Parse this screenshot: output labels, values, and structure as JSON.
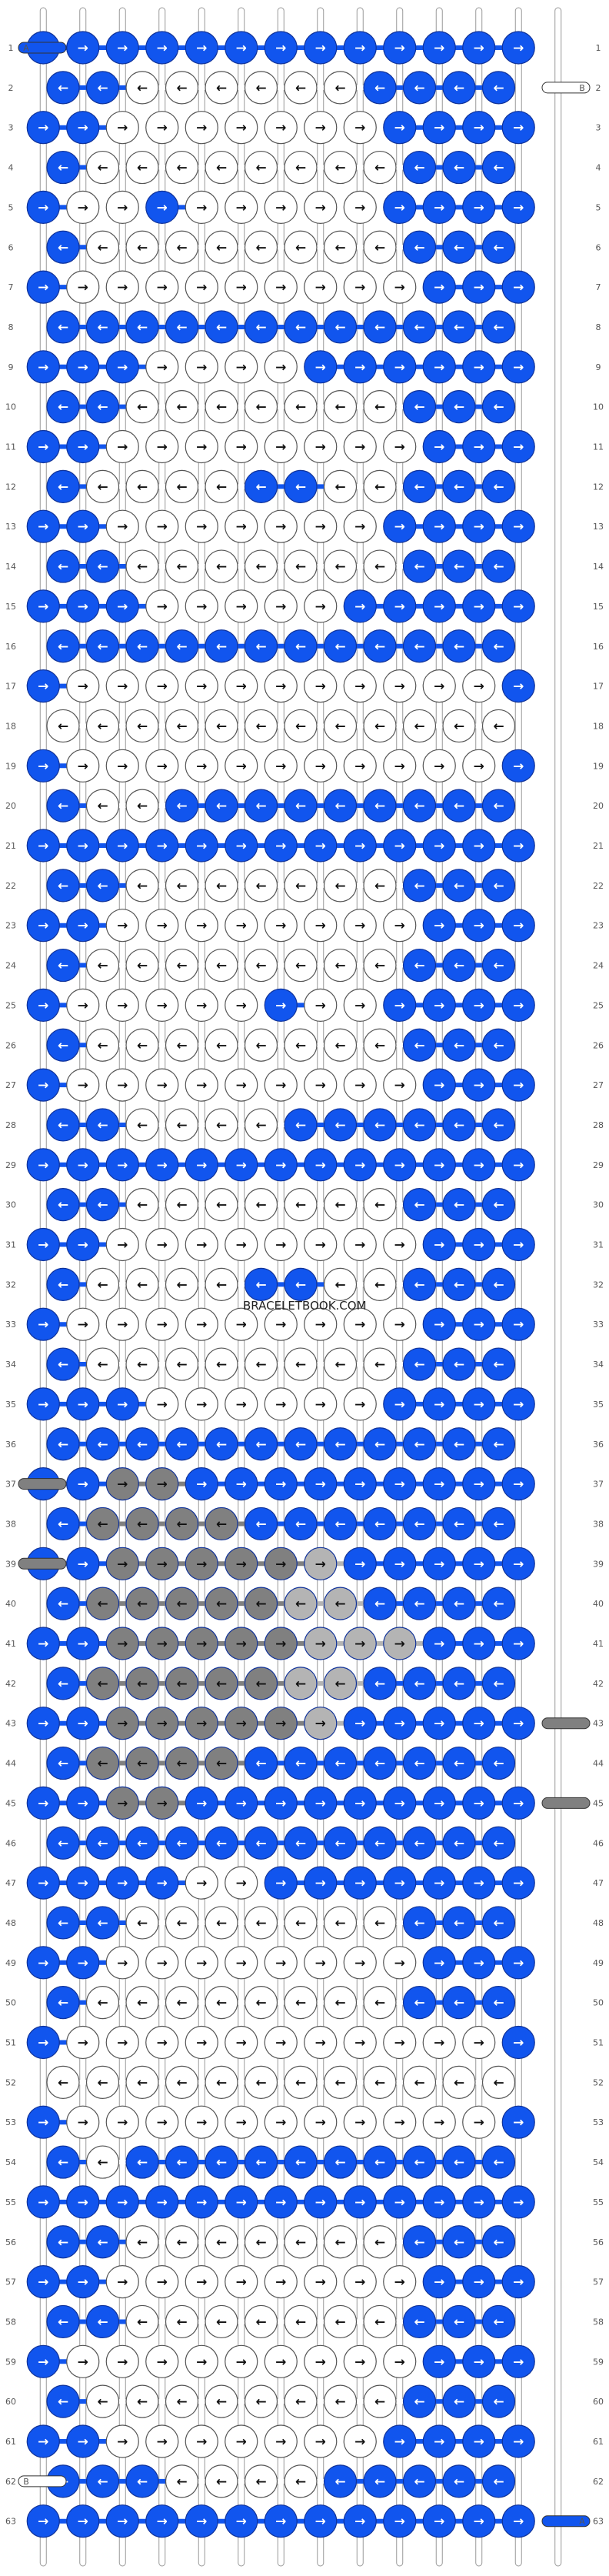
{
  "watermark": "BRACELETBOOK.COM",
  "colors": {
    "A": "#1155ee",
    "B": "#ffffff",
    "C": "#808080",
    "D": "#b4b4b4"
  },
  "start_labels": {
    "left": [
      {
        "row": 1,
        "letter": "A",
        "color": "A"
      },
      {
        "row": 37,
        "letter": "",
        "color": "C"
      },
      {
        "row": 39,
        "letter": "",
        "color": "C"
      },
      {
        "row": 62,
        "letter": "B",
        "color": "B"
      }
    ],
    "right": [
      {
        "row": 2,
        "letter": "B",
        "color": "B"
      },
      {
        "row": 43,
        "letter": "",
        "color": "C"
      },
      {
        "row": 45,
        "letter": "",
        "color": "C"
      },
      {
        "row": 63,
        "letter": "A",
        "color": "A"
      }
    ]
  },
  "rows": [
    {
      "n": 1,
      "knots": "AAAAAAAAAAAAA",
      "dirs": "RRRRRRRRRRRRR"
    },
    {
      "n": 2,
      "knots": "AABBBBBBAAAA",
      "dirs": "LLLLLLLLLLLL"
    },
    {
      "n": 3,
      "knots": "AABBBBBBBAAAA",
      "dirs": "RRRRRRRRRRRRR"
    },
    {
      "n": 4,
      "knots": "ABBBBBBBBAAA",
      "dirs": "LLLLLLLLLLLL"
    },
    {
      "n": 5,
      "knots": "ABBABBBBBAAAA",
      "dirs": "RRRRRRRRRRRRR"
    },
    {
      "n": 6,
      "knots": "ABBBBBBBBAAA",
      "dirs": "LLLLLLLLLLLL"
    },
    {
      "n": 7,
      "knots": "ABBBBBBBBBAAA",
      "dirs": "RRRRRRRRRRRRR"
    },
    {
      "n": 8,
      "knots": "AAAAAAAAAAAA",
      "dirs": "LLLLLLLLLLLL"
    },
    {
      "n": 9,
      "knots": "AAABBBBAAAAAA",
      "dirs": "RRRRRRRRRRRRR"
    },
    {
      "n": 10,
      "knots": "AABBBBBBBAAA",
      "dirs": "LLLLLLLLLLLL"
    },
    {
      "n": 11,
      "knots": "AABBBBBBBBAAA",
      "dirs": "RRRRRRRRRRRRR"
    },
    {
      "n": 12,
      "knots": "ABBBBAABBAAA",
      "dirs": "LLLLLLLLLLLL"
    },
    {
      "n": 13,
      "knots": "AABBBBBBBAAAA",
      "dirs": "RRRRRRRRRRRRR"
    },
    {
      "n": 14,
      "knots": "AABBBBBBBAAA",
      "dirs": "LLLLLLLLLLLL"
    },
    {
      "n": 15,
      "knots": "AAABBBBBAAAAA",
      "dirs": "RRRRRRRRRRRRR"
    },
    {
      "n": 16,
      "knots": "AAAAAAAAAAAA",
      "dirs": "LLLLLLLLLLLL"
    },
    {
      "n": 17,
      "knots": "ABBBBBBBBBBBA",
      "dirs": "RRRRRRRRRRRRR"
    },
    {
      "n": 18,
      "knots": "BBBBBBBBBBBB",
      "dirs": "LLLLLLLLLLLL"
    },
    {
      "n": 19,
      "knots": "ABBBBBBBBBBBA",
      "dirs": "RRRRRRRRRRRRR"
    },
    {
      "n": 20,
      "knots": "ABBAAAAAAAAA",
      "dirs": "LLLLLLLLLLLL"
    },
    {
      "n": 21,
      "knots": "AAAAAAAAAAAAA",
      "dirs": "RRRRRRRRRRRRR"
    },
    {
      "n": 22,
      "knots": "AABBBBBBBAAA",
      "dirs": "LLLLLLLLLLLL"
    },
    {
      "n": 23,
      "knots": "AABBBBBBBBAAA",
      "dirs": "RRRRRRRRRRRRR"
    },
    {
      "n": 24,
      "knots": "ABBBBBBBBAAA",
      "dirs": "LLLLLLLLLLLL"
    },
    {
      "n": 25,
      "knots": "ABBBBBABBAAAA",
      "dirs": "RRRRRRRRRRRRR"
    },
    {
      "n": 26,
      "knots": "ABBBBBBBBAAA",
      "dirs": "LLLLLLLLLLLL"
    },
    {
      "n": 27,
      "knots": "ABBBBBBBBBAAA",
      "dirs": "RRRRRRRRRRRRR"
    },
    {
      "n": 28,
      "knots": "AABBBBAAAAAA",
      "dirs": "LLLLLLLLLLLL"
    },
    {
      "n": 29,
      "knots": "AAAAAAAAAAAAA",
      "dirs": "RRRRRRRRRRRRR"
    },
    {
      "n": 30,
      "knots": "AABBBBBBBAAA",
      "dirs": "LLLLLLLLLLLL"
    },
    {
      "n": 31,
      "knots": "AABBBBBBBBAAA",
      "dirs": "RRRRRRRRRRRRR"
    },
    {
      "n": 32,
      "knots": "ABBBBAABBAAA",
      "dirs": "LLLLLLLLLLLL"
    },
    {
      "n": 33,
      "knots": "ABBBBBBBBBAAA",
      "dirs": "RRRRRRRRRRRRR"
    },
    {
      "n": 34,
      "knots": "ABBBBBBBBAAA",
      "dirs": "LLLLLLLLLLLL"
    },
    {
      "n": 35,
      "knots": "AAABBBBBBAAAA",
      "dirs": "RRRRRRRRRRRRR"
    },
    {
      "n": 36,
      "knots": "AAAAAAAAAAAA",
      "dirs": "LLLLLLLLLLLL"
    },
    {
      "n": 37,
      "knots": "AACCAAAAAAAAA",
      "dirs": "RRRRRRRRRRRRR"
    },
    {
      "n": 38,
      "knots": "ACCCCAAAAAAA",
      "dirs": "LLLLLLLLLLLL"
    },
    {
      "n": 39,
      "knots": "AACCCCCDAAAAA",
      "dirs": "RRRRRRRRRRRRR"
    },
    {
      "n": 40,
      "knots": "ACCCCCDDAAAA",
      "dirs": "LLLLLLLLLLLL"
    },
    {
      "n": 41,
      "knots": "AACCCCCDDDAAA",
      "dirs": "RRRRRRRRRRRRR"
    },
    {
      "n": 42,
      "knots": "ACCCCCDDAAAA",
      "dirs": "LLLLLLLLLLLL"
    },
    {
      "n": 43,
      "knots": "AACCCCCDAAAAA",
      "dirs": "RRRRRRRRRRRRR"
    },
    {
      "n": 44,
      "knots": "ACCCCAAAAAAA",
      "dirs": "LLLLLLLLLLLL"
    },
    {
      "n": 45,
      "knots": "AACCAAAAAAAAA",
      "dirs": "RRRRRRRRRRRRR"
    },
    {
      "n": 46,
      "knots": "AAAAAAAAAAAA",
      "dirs": "LLLLLLLLLLLL"
    },
    {
      "n": 47,
      "knots": "AAAABBAAAAAAA",
      "dirs": "RRRRRRRRRRRRR"
    },
    {
      "n": 48,
      "knots": "AABBBBBBBAAA",
      "dirs": "LLLLLLLLLLLL"
    },
    {
      "n": 49,
      "knots": "AABBBBBBBBAAA",
      "dirs": "RRRRRRRRRRRRR"
    },
    {
      "n": 50,
      "knots": "ABBBBBBBBAAA",
      "dirs": "LLLLLLLLLLLL"
    },
    {
      "n": 51,
      "knots": "ABBBBBBBBBBBA",
      "dirs": "RRRRRRRRRRRRR"
    },
    {
      "n": 52,
      "knots": "BBBBBBBBBBBB",
      "dirs": "LLLLLLLLLLLL"
    },
    {
      "n": 53,
      "knots": "ABBBBBBBBBBBA",
      "dirs": "RRRRRRRRRRRRR"
    },
    {
      "n": 54,
      "knots": "ABAAAAAAAAAA",
      "dirs": "LLLLLLLLLLLL"
    },
    {
      "n": 55,
      "knots": "AAAAAAAAAAAAA",
      "dirs": "RRRRRRRRRRRRR"
    },
    {
      "n": 56,
      "knots": "AABBBBBBBAAA",
      "dirs": "LLLLLLLLLLLL"
    },
    {
      "n": 57,
      "knots": "AABBBBBBBBAAA",
      "dirs": "RRRRRRRRRRRRR"
    },
    {
      "n": 58,
      "knots": "AABBBBBBBAAA",
      "dirs": "LLLLLLLLLLLL"
    },
    {
      "n": 59,
      "knots": "ABBBBBBBBBAAA",
      "dirs": "RRRRRRRRRRRRR"
    },
    {
      "n": 60,
      "knots": "ABBBBBBBBAAA",
      "dirs": "LLLLLLLLLLLL"
    },
    {
      "n": 61,
      "knots": "AABBBBBBBAAAA",
      "dirs": "RRRRRRRRRRRRR"
    },
    {
      "n": 62,
      "knots": "AAABBBBAAAAA",
      "dirs": "LLLLLLLLLLLL"
    },
    {
      "n": 63,
      "knots": "AAAAAAAAAAAAA",
      "dirs": "RRRRRRRRRRRRR"
    }
  ]
}
